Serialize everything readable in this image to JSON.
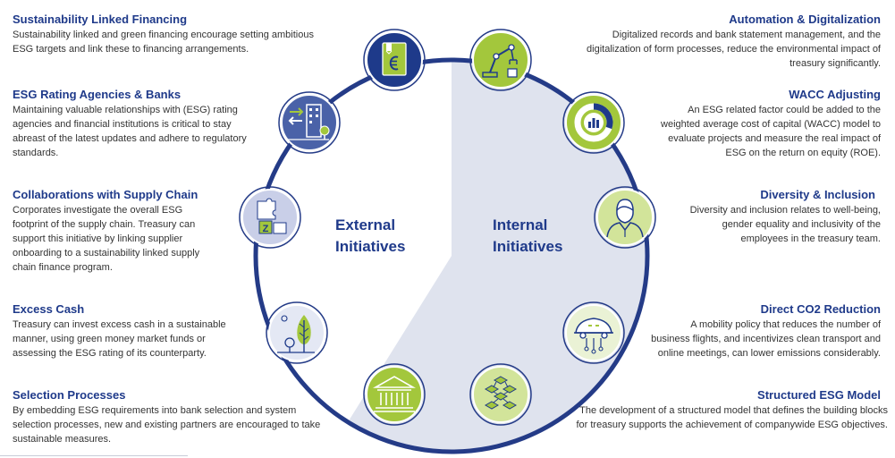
{
  "center": {
    "left_label_line1": "External",
    "left_label_line2": "Initiatives",
    "right_label_line1": "Internal",
    "right_label_line2": "Initiatives"
  },
  "colors": {
    "navy": "#1f3a8a",
    "ring": "#243b87",
    "internal_fill": "#dfe3ee",
    "icon_navy": "#1e3a8a",
    "icon_blue": "#4a62a8",
    "icon_lavender": "#c9cfe8",
    "icon_pale": "#e4e8f4",
    "icon_green": "#a3c73c",
    "icon_lightgreen": "#d2e49a",
    "icon_palegreen": "#eaf2d5"
  },
  "left_items": [
    {
      "title": "Sustainability Linked Financing",
      "lines": [
        "Sustainability linked and green financing encourage setting ambitious",
        "ESG targets and link these to financing arrangements."
      ],
      "icon": "euro-document-icon"
    },
    {
      "title": "ESG Rating Agencies & Banks",
      "lines": [
        "Maintaining valuable relationships with (ESG) rating",
        "agencies and financial institutions is critical to stay",
        "abreast of the latest updates and adhere to regulatory",
        "standards."
      ],
      "icon": "bank-exchange-icon"
    },
    {
      "title": "Collaborations with Supply Chain",
      "lines": [
        "Corporates investigate the overall ESG",
        "footprint of the supply chain. Treasury can",
        "support this initiative by linking supplier",
        "onboarding to a sustainability linked supply",
        "chain finance program."
      ],
      "icon": "puzzle-icon"
    },
    {
      "title": "Excess Cash",
      "lines": [
        "Treasury can invest excess cash in a sustainable",
        "manner, using green money market funds or",
        "assessing the ESG rating of its counterparty."
      ],
      "icon": "tree-icon"
    },
    {
      "title": "Selection Processes",
      "lines": [
        "By embedding ESG requirements into bank selection and system",
        "selection processes, new and existing partners are encouraged to take",
        "sustainable measures."
      ],
      "icon": "institution-building-icon"
    }
  ],
  "right_items": [
    {
      "title": "Automation & Digitalization",
      "lines": [
        "Digitalized records and bank statement management, and the",
        "digitalization of form processes, reduce the environmental impact of",
        "treasury significantly."
      ],
      "icon": "robot-arm-icon"
    },
    {
      "title": "WACC Adjusting",
      "lines": [
        "An ESG related factor could be added to the",
        "weighted average cost of capital (WACC) model to",
        "evaluate projects and measure the real impact of",
        "ESG on the return on equity (ROE)."
      ],
      "icon": "donut-chart-icon"
    },
    {
      "title": "Diversity & Inclusion",
      "lines": [
        "Diversity and inclusion relates to well-being,",
        "gender equality and inclusivity of the",
        "employees in the treasury team."
      ],
      "icon": "person-icon"
    },
    {
      "title": "Direct CO2 Reduction",
      "lines": [
        "A mobility policy that reduces the number of",
        "business flights, and incentivizes clean transport and",
        "online meetings, can lower emissions considerably."
      ],
      "icon": "electric-car-icon"
    },
    {
      "title": "Structured ESG Model",
      "lines": [
        "The development of a structured model that defines the building blocks",
        "for treasury supports the achievement of companywide ESG objectives."
      ],
      "icon": "blocks-icon"
    }
  ]
}
